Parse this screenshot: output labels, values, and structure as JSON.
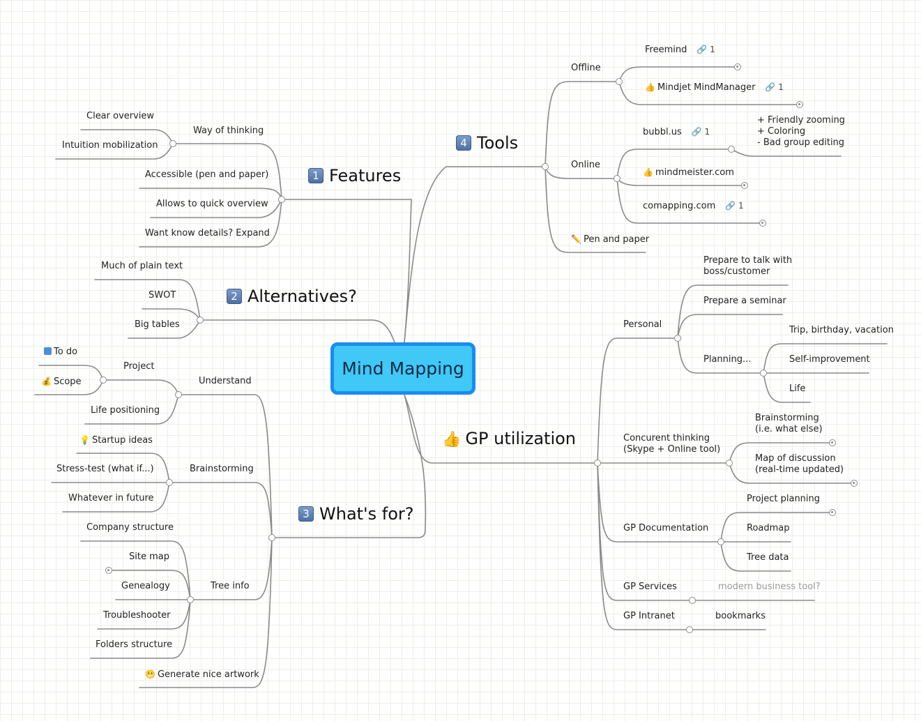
{
  "central": "Mind Mapping",
  "branches": {
    "features": {
      "num": "1",
      "label": "Features"
    },
    "alternatives": {
      "num": "2",
      "label": "Alternatives?"
    },
    "whats_for": {
      "num": "3",
      "label": "What's for?"
    },
    "tools": {
      "num": "4",
      "label": "Tools"
    },
    "gp": {
      "icon": "👍",
      "label": "GP utilization"
    }
  },
  "features": {
    "way_of_thinking": "Way of thinking",
    "clear_overview": "Clear overview",
    "intuition": "Intuition mobilization",
    "accessible": "Accessible (pen and paper)",
    "quick_overview": "Allows to quick overview",
    "details": "Want know details? Expand"
  },
  "alternatives": {
    "plain_text": "Much of plain text",
    "swot": "SWOT",
    "big_tables": "Big tables"
  },
  "whats_for": {
    "understand": "Understand",
    "project": "Project",
    "todo": "To do",
    "scope": "Scope",
    "life_positioning": "Life positioning",
    "brainstorming": "Brainstorming",
    "startup": "Startup ideas",
    "stress_test": "Stress-test (what if...)",
    "whatever": "Whatever in future",
    "tree_info": "Tree info",
    "company_structure": "Company structure",
    "site_map": "Site map",
    "genealogy": "Genealogy",
    "troubleshooter": "Troubleshooter",
    "folders": "Folders structure",
    "artwork": "Generate nice artwork"
  },
  "tools": {
    "offline": "Offline",
    "freemind": "Freemind",
    "freemind_links": "1",
    "mindjet": "Mindjet MindManager",
    "mindjet_links": "1",
    "online": "Online",
    "bubbl": "bubbl.us",
    "bubbl_links": "1",
    "bubbl_note": "+ Friendly zooming\n+ Coloring\n- Bad group editing",
    "mindmeister": "mindmeister.com",
    "comapping": "comapping.com",
    "comapping_links": "1",
    "pen": "Pen and paper"
  },
  "gp": {
    "personal": "Personal",
    "talk": "Prepare to talk with\nboss/customer",
    "seminar": "Prepare a seminar",
    "planning": "Planning...",
    "trip": "Trip, birthday, vacation",
    "self_improvement": "Self-improvement",
    "life": "Life",
    "concurrent": "Concurent thinking\n(Skype + Online tool)",
    "brainstorming": "Brainstorming\n(i.e. what else)",
    "map_discussion": "Map of discussion\n(real-time updated)",
    "documentation": "GP Documentation",
    "project_planning": "Project planning",
    "roadmap": "Roadmap",
    "tree_data": "Tree data",
    "services": "GP Services",
    "services_note": "modern business tool?",
    "intranet": "GP Intranet",
    "bookmarks": "bookmarks"
  },
  "colors": {
    "central_fill": "#40c8f7",
    "central_border": "#1a8cf0",
    "line": "#8a8a8a",
    "grid": "#ecefe6"
  }
}
